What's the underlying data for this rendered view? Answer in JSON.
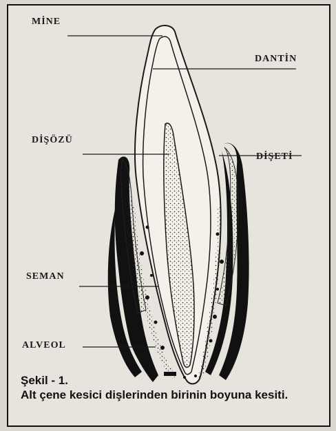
{
  "figure": {
    "labels": {
      "mine": "MİNE",
      "dantin": "DANTİN",
      "disozu": "DİŞÖZÜ",
      "diseti": "DİŞETİ",
      "seman": "SEMAN",
      "alveol": "ALVEOL"
    },
    "caption_title": "Şekil - 1.",
    "caption_text": "Alt çene kesici dişlerinden birinin boyuna kesiti."
  }
}
